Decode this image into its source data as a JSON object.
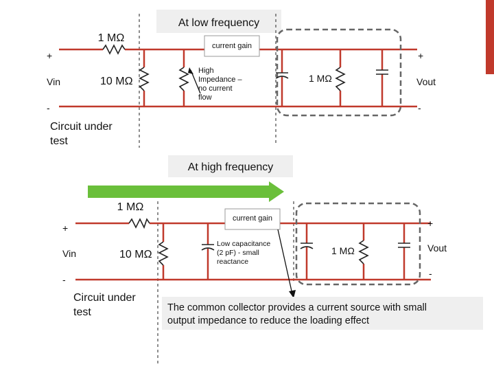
{
  "top": {
    "title": "At low frequency",
    "r_series": "1 MΩ",
    "r_shunt": "10 MΩ",
    "r_load": "1 MΩ",
    "gain_label": "current gain",
    "plus_in": "+",
    "plus_out": "+",
    "minus_in": "-",
    "minus_out": "-",
    "vin": "Vin",
    "vout": "Vout",
    "note_lines": [
      "High",
      "Impedance –",
      "no current",
      "flow"
    ],
    "circuit_lines": [
      "Circuit under",
      "test"
    ]
  },
  "bottom": {
    "title": "At high frequency",
    "r_series": "1 MΩ",
    "r_shunt": "10 MΩ",
    "r_load": "1 MΩ",
    "gain_label": "current gain",
    "plus_in": "+",
    "plus_out": "+",
    "minus_in": "-",
    "minus_out": "-",
    "vin": "Vin",
    "vout": "Vout",
    "note_lines": [
      "Low capacitance",
      "(2 pF) - small",
      "reactance"
    ],
    "circuit_lines": [
      "Circuit under",
      "test"
    ],
    "caption_lines": [
      "The common collector provides a current source with small",
      "output impedance to reduce the loading effect"
    ]
  },
  "colors": {
    "wire": "#c0392b",
    "arrow": "#6abf3a",
    "accent_bar": "#c0392b"
  }
}
